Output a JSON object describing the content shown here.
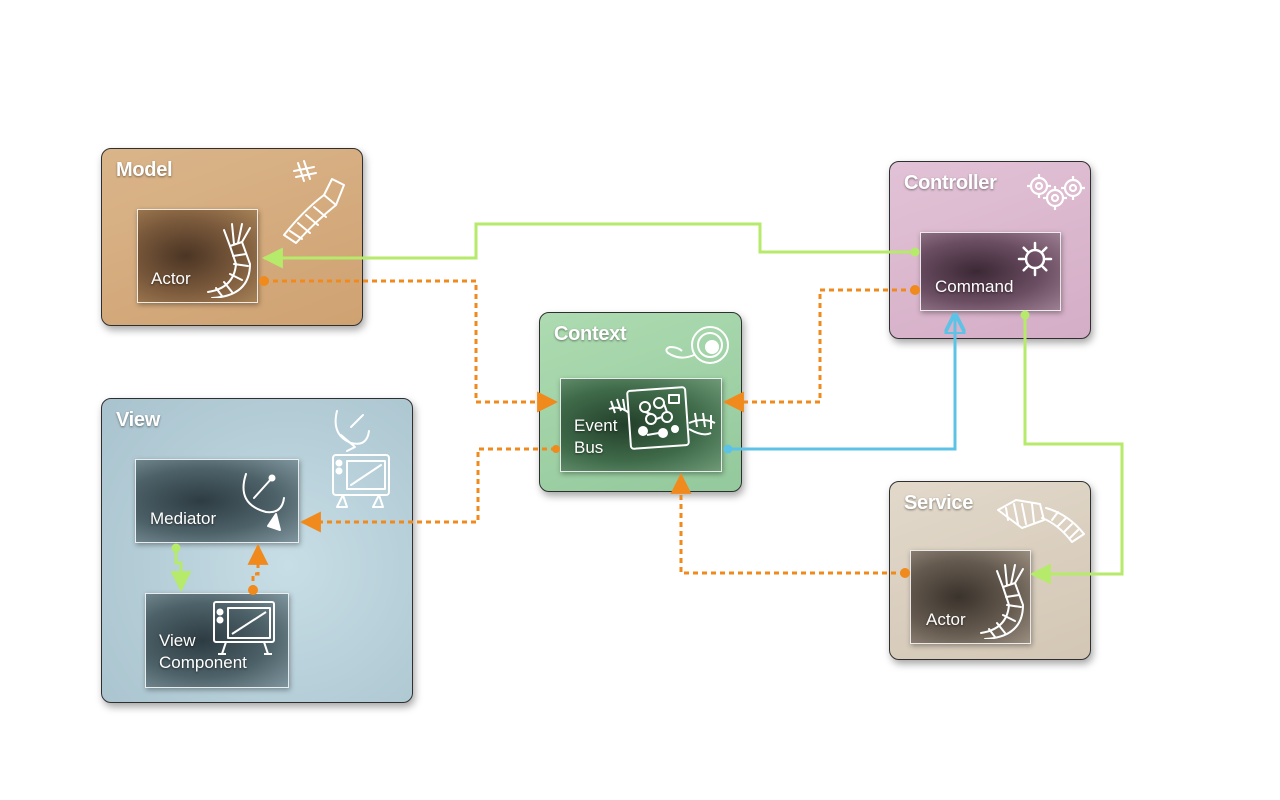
{
  "groups": {
    "model": {
      "title": "Model",
      "nodes": {
        "actor": "Actor"
      }
    },
    "controller": {
      "title": "Controller",
      "nodes": {
        "command": "Command"
      }
    },
    "context": {
      "title": "Context",
      "nodes": {
        "event_bus": "Event\nBus"
      }
    },
    "view": {
      "title": "View",
      "nodes": {
        "mediator": "Mediator",
        "view_component": "View\nComponent"
      }
    },
    "service": {
      "title": "Service",
      "nodes": {
        "actor": "Actor"
      }
    }
  },
  "connector_colors": {
    "dispatch_dotted": "#f08a1c",
    "command_solid": "#b6ea6a",
    "event_solid": "#5cc3e6"
  },
  "icons": {
    "model": "robot-arm-icon",
    "controller": "gears-icon",
    "context": "tape-reel-icon",
    "view": "satellite-dish-icon",
    "service": "robot-arm-icon",
    "model_actor": "robot-arm-icon",
    "command": "gear-icon",
    "event_bus": "circuit-board-icon",
    "mediator": "satellite-dish-icon",
    "view_component": "monitor-icon",
    "service_actor": "robot-arm-icon"
  }
}
